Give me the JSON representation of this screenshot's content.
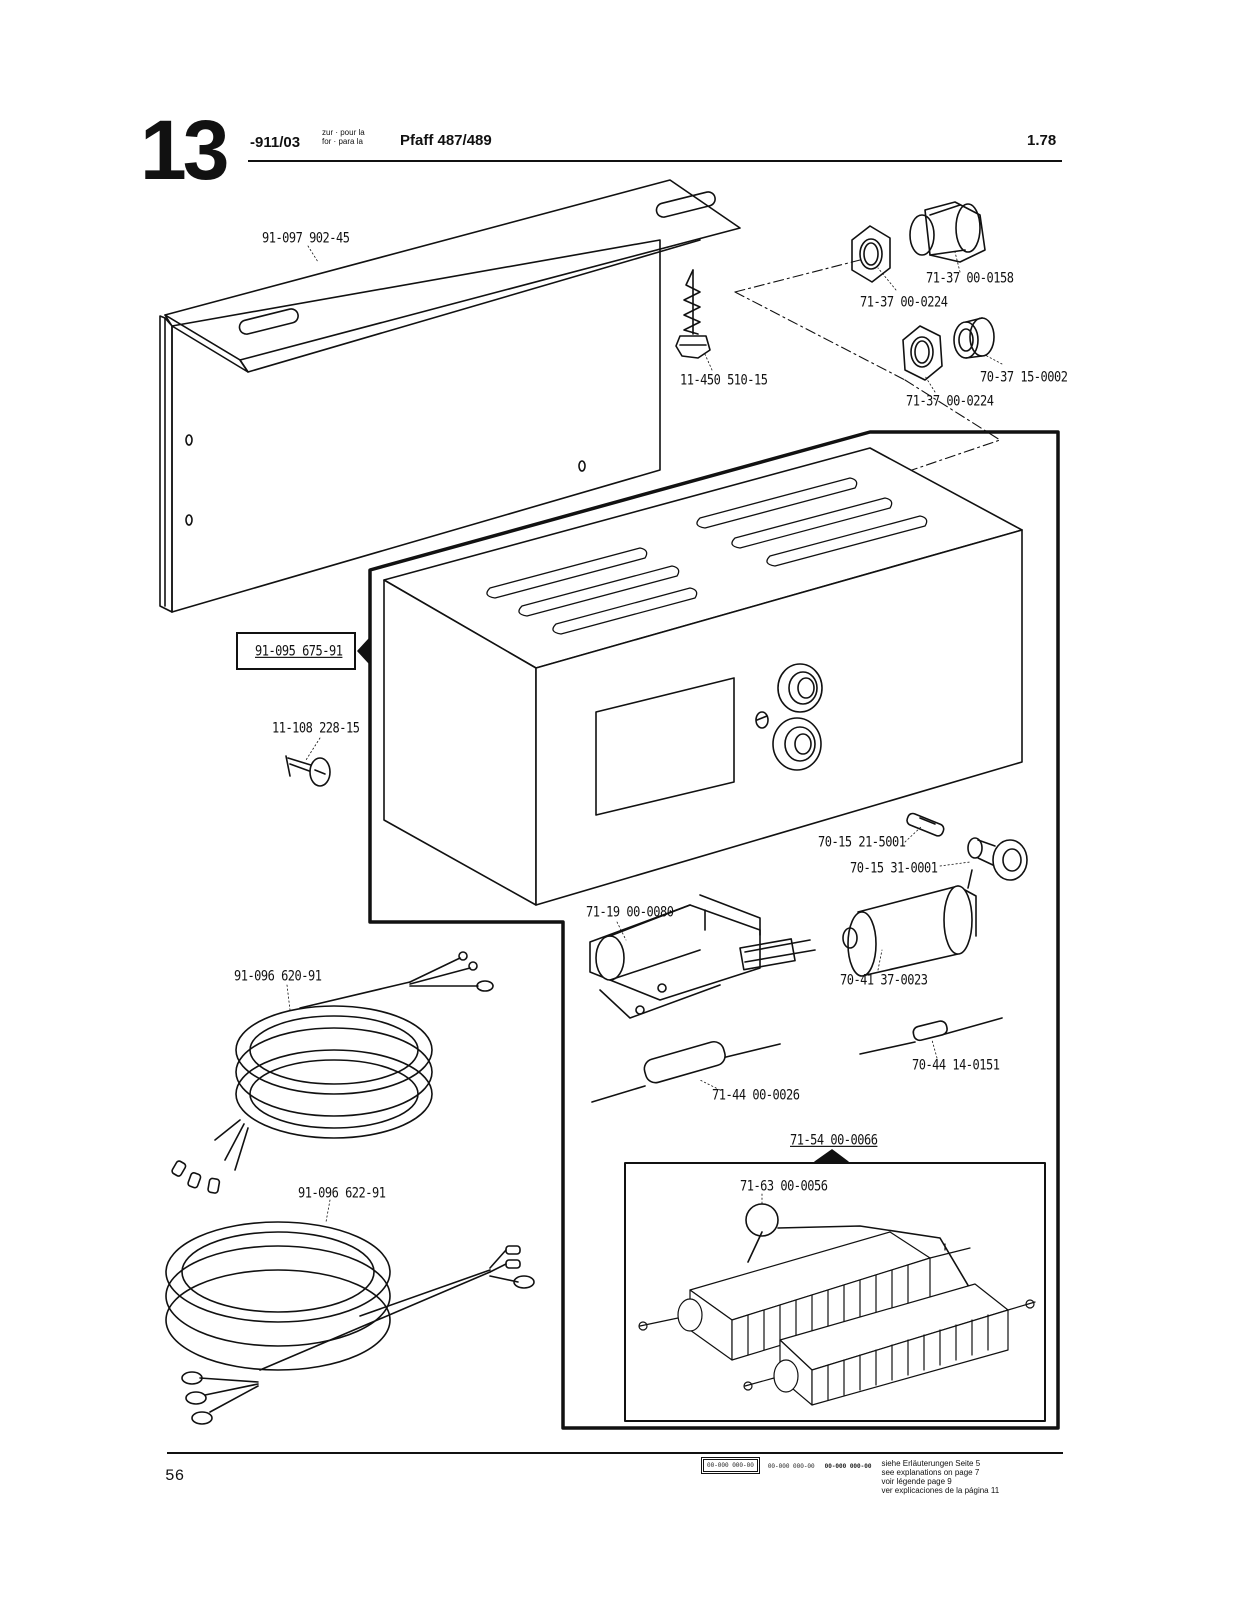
{
  "header": {
    "section_number": "13",
    "code": "-911/03",
    "lang_line1": "zur · pour la",
    "lang_line2": "for · para la",
    "machine": "Pfaff 487/489",
    "date": "1.78"
  },
  "parts": {
    "bracket": "91-097 902-45",
    "locknut_upper": "71-37 00-0224",
    "gland_upper": "71-37 00-0158",
    "wood_screw": "11-450 510-15",
    "locknut_lower": "71-37 00-0224",
    "gland_lower": "70-37 15-0002",
    "housing": "91-095 675-91",
    "screw": "11-108 228-15",
    "fuse": "70-15 21-5001",
    "fuse_holder": "70-15 31-0001",
    "relay": "71-19 00-0080",
    "capacitor": "70-41 37-0023",
    "cable_1": "91-096 620-91",
    "resistor_large": "71-44 00-0026",
    "resistor_small": "70-44 14-0151",
    "rectifier_assembly": "71-54 00-0066",
    "thermal_element": "71-63 00-0056",
    "cable_2": "91-096 622-91"
  },
  "footer": {
    "page_number": "56",
    "legend_code_1": "00-000 000-00",
    "legend_code_2": "00-000 000-00",
    "legend_code_3": "00-000 000-00",
    "notes": [
      "siehe Erläuterungen Seite 5",
      "see explanations on page 7",
      "voir légende page 9",
      "ver explicaciones de la página 11"
    ]
  }
}
